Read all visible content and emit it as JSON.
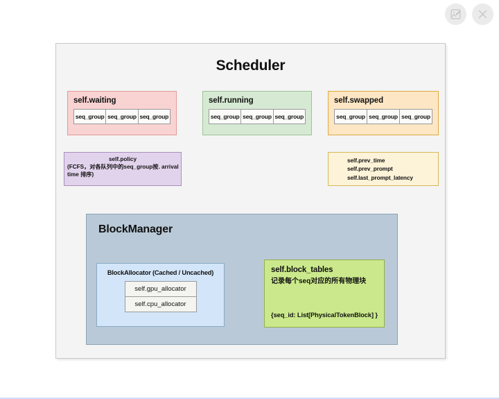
{
  "viewer": {
    "toolbar": [
      {
        "name": "edit-image-button",
        "icon": "image-edit-icon",
        "label": ""
      },
      {
        "name": "close-button",
        "icon": "close-icon",
        "label": ""
      }
    ]
  },
  "diagram": {
    "title": "Scheduler",
    "queues": [
      {
        "id": "waiting",
        "title": "self.waiting",
        "cells": [
          "seq_group",
          "seq_group",
          "seq_group"
        ],
        "fill": "#f9d2d2",
        "border": "#e09a9a"
      },
      {
        "id": "running",
        "title": "self.running",
        "cells": [
          "seq_group",
          "seq_group",
          "seq_group"
        ],
        "fill": "#d6ead3",
        "border": "#9cc497"
      },
      {
        "id": "swapped",
        "title": "self.swapped",
        "cells": [
          "seq_group",
          "seq_group",
          "seq_group"
        ],
        "fill": "#fde6c4",
        "border": "#e0a93f"
      }
    ],
    "policy": {
      "heading": "self.policy",
      "description": "(FCFS，对各队列中的seq_group按. arrival time 排序)",
      "fill": "#e2d3ec",
      "border": "#a98fbd"
    },
    "timing": {
      "lines": [
        "self.prev_time",
        "self.prev_prompt",
        "self.last_prompt_latency"
      ],
      "fill": "#fdf3d8",
      "border": "#d8b85a"
    },
    "block_manager": {
      "title": "BlockManager",
      "fill": "#b9c9d7",
      "border": "#8ea3b3",
      "block_allocator": {
        "title": "BlockAllocator (Cached / Uncached)",
        "items": [
          "self.gpu_allocator",
          "self.cpu_allocator"
        ],
        "fill": "#d3e5f9",
        "border": "#8aa9c6"
      },
      "block_tables": {
        "title": "self.block_tables",
        "subtitle": "记录每个seq对应的所有物理块",
        "schema": "{seq_id: List[PhysicalTokenBlock] }",
        "fill": "#cbe98c",
        "border": "#93ae4b"
      }
    }
  }
}
